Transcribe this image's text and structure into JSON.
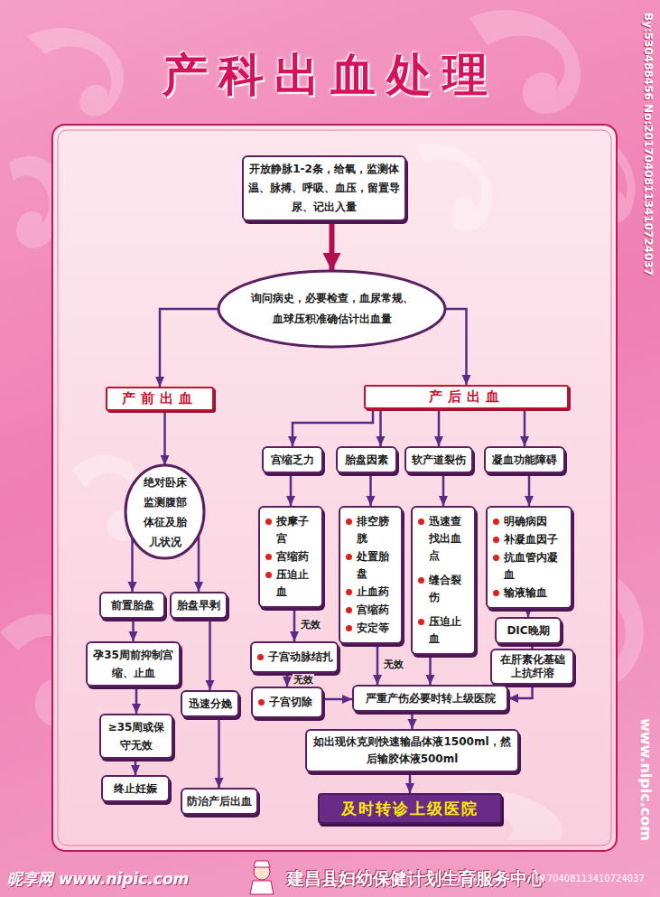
{
  "diagram": {
    "title": "产科出血处理",
    "nodes": [
      {
        "text": [
          "开放静脉1-2条，给氧，监测体温、脉搏、呼吸、血压，留置导尿、记出入量"
        ]
      },
      {
        "text": [
          "询问病史，必要检查，血尿常规、血球压积准确估计出血量"
        ]
      },
      {
        "text": [
          "产前出血"
        ]
      },
      {
        "text": [
          "产后出血"
        ]
      },
      {
        "text": [
          "宫缩乏力"
        ]
      },
      {
        "text": [
          "胎盘因素"
        ]
      },
      {
        "text": [
          "软产道裂伤"
        ]
      },
      {
        "text": [
          "凝血功能障碍"
        ]
      },
      {
        "text": [
          "绝对卧床监测腹部体征及胎儿状况"
        ]
      },
      {
        "text": [
          "按摩子宫",
          "宫缩药",
          "压迫止血"
        ]
      },
      {
        "text": [
          "排空膀胱",
          "处置胎盘",
          "止血药",
          "宫缩药",
          "安定等"
        ]
      },
      {
        "text": [
          "迅速查找出血点",
          "缝合裂伤",
          "压迫止血"
        ]
      },
      {
        "text": [
          "明确病因",
          "补凝血因子",
          "抗血管内凝血",
          "输液输血"
        ]
      },
      {
        "text": [
          "前置胎盘"
        ]
      },
      {
        "text": [
          "胎盘早剥"
        ]
      },
      {
        "text": [
          "DIC晚期"
        ]
      },
      {
        "text": [
          "孕35周前抑制宫缩、止血"
        ]
      },
      {
        "text": [
          "子宫动脉结扎"
        ]
      },
      {
        "text": [
          "在肝素化基础上抗纤溶"
        ]
      },
      {
        "text": [
          "迅速分娩"
        ]
      },
      {
        "text": [
          "子宫切除"
        ]
      },
      {
        "text": [
          "严重产伤必要时转上级医院"
        ]
      },
      {
        "text": [
          "≥35周或保守无效"
        ]
      },
      {
        "text": [
          "如出现休克则快速输晶体液1500ml，然后输胶体液500ml"
        ]
      },
      {
        "text": [
          "终止妊娠"
        ]
      },
      {
        "text": [
          "防治产后出血"
        ]
      },
      {
        "text": [
          "及时转诊上级医院"
        ]
      }
    ],
    "edges": [
      {
        "from": 0,
        "to": 1,
        "arrow": "to"
      },
      {
        "from": 1,
        "to": 2,
        "arrow": "to"
      },
      {
        "from": 1,
        "to": 3,
        "arrow": "to"
      },
      {
        "from": 2,
        "to": 8,
        "arrow": "to"
      },
      {
        "from": 3,
        "to": 4,
        "arrow": "to"
      },
      {
        "from": 3,
        "to": 5,
        "arrow": "to"
      },
      {
        "from": 3,
        "to": 6,
        "arrow": "to"
      },
      {
        "from": 3,
        "to": 7,
        "arrow": "to"
      },
      {
        "from": 4,
        "to": 9,
        "arrow": "to"
      },
      {
        "from": 5,
        "to": 10,
        "arrow": "to"
      },
      {
        "from": 6,
        "to": 11,
        "arrow": "to"
      },
      {
        "from": 7,
        "to": 12,
        "arrow": "to"
      },
      {
        "from": 8,
        "to": 13,
        "arrow": "to"
      },
      {
        "from": 8,
        "to": 14,
        "arrow": "to"
      },
      {
        "from": 9,
        "to": 17,
        "label": "无效",
        "arrow": "to"
      },
      {
        "from": 10,
        "to": 21,
        "label": "无效",
        "arrow": "to"
      },
      {
        "from": 11,
        "to": 21,
        "arrow": "to"
      },
      {
        "from": 12,
        "to": 15,
        "arrow": "to"
      },
      {
        "from": 15,
        "to": 18,
        "arrow": "to"
      },
      {
        "from": 18,
        "to": 21,
        "arrow": "to"
      },
      {
        "from": 13,
        "to": 16,
        "arrow": "to"
      },
      {
        "from": 14,
        "to": 19,
        "arrow": "to"
      },
      {
        "from": 16,
        "to": 22,
        "arrow": "to"
      },
      {
        "from": 19,
        "to": 25,
        "arrow": "to"
      },
      {
        "from": 22,
        "to": 24,
        "arrow": "to"
      },
      {
        "from": 17,
        "to": 20,
        "label": "无效",
        "arrow": "to"
      },
      {
        "from": 20,
        "to": 21,
        "arrow": "to"
      },
      {
        "from": 21,
        "to": 23,
        "arrow": "to"
      },
      {
        "from": 23,
        "to": 26,
        "arrow": "to"
      }
    ],
    "labels": [
      "昵享网 www.nipic.com",
      "www.nipic.com",
      "By:530488456 No:20170408113410724037",
      "ID:18492265 NO:20170408113410724037",
      "建昌县妇幼保健计划生育服务中心"
    ]
  }
}
